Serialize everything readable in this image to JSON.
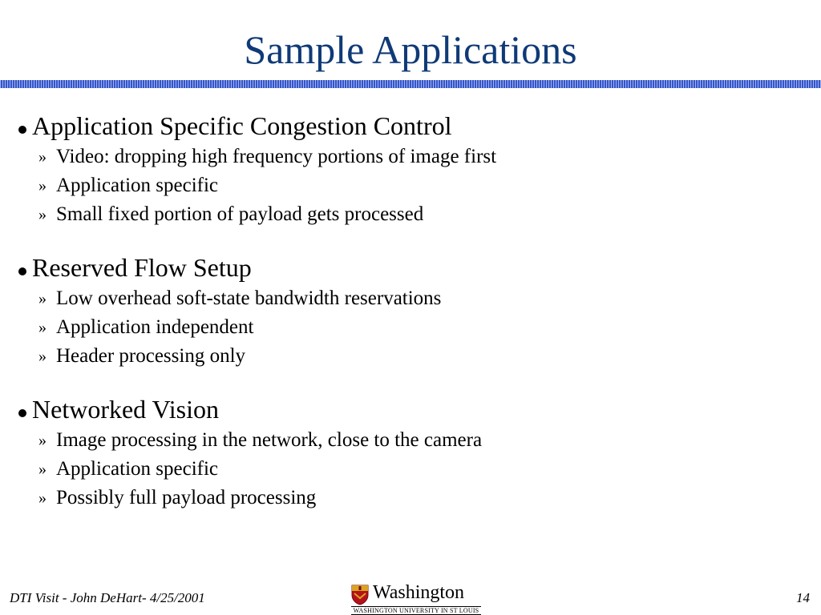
{
  "slide": {
    "title": "Sample Applications",
    "sections": [
      {
        "heading": "Application Specific Congestion Control",
        "items": [
          "Video: dropping high frequency portions of image first",
          "Application specific",
          "Small fixed portion of payload gets processed"
        ]
      },
      {
        "heading": "Reserved Flow Setup",
        "items": [
          "Low overhead soft-state bandwidth reservations",
          "Application independent",
          "Header processing only"
        ]
      },
      {
        "heading": "Networked Vision",
        "items": [
          "Image processing in the network, close to the camera",
          "Application specific",
          "Possibly full payload processing"
        ]
      }
    ]
  },
  "footer": {
    "left": "DTI Visit - John DeHart- 4/25/2001",
    "page_number": "14"
  },
  "logo": {
    "wordmark": "Washington",
    "tagline": "WASHINGTON UNIVERSITY IN ST LOUIS",
    "icon": "university-shield-icon"
  },
  "glyphs": {
    "sub_bullet": "»"
  },
  "colors": {
    "title": "#0f3a77",
    "rule": "#3355cc",
    "shield": "#b5121b"
  }
}
